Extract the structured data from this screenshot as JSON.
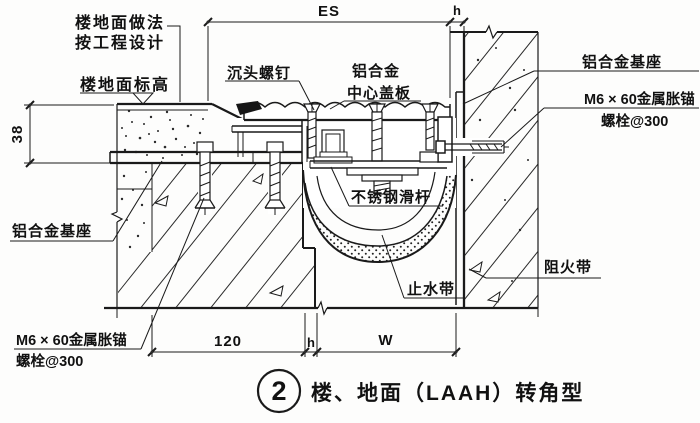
{
  "drawing": {
    "title": {
      "number": "2",
      "text": "楼、地面（LAAH）转角型"
    },
    "dimensions": {
      "top_span": "ES",
      "top_gap": "h",
      "slab_thickness": "38",
      "bottom_edge": "120",
      "bottom_gap": "h",
      "bottom_joint": "W"
    },
    "labels": {
      "floor_finish_1": "楼地面做法",
      "floor_finish_2": "按工程设计",
      "floor_level": "楼地面标高",
      "countersunk_screw": "沉头螺钉",
      "center_cover_1": "铝合金",
      "center_cover_2": "中心盖板",
      "slide_rod": "不锈钢滑杆",
      "waterstop": "止水带",
      "fire_barrier": "阻火带",
      "base_right": "铝合金基座",
      "anchor_right_1": "M6 × 60金属胀锚",
      "anchor_right_2": "螺栓@300",
      "base_left": "铝合金基座",
      "anchor_left_1": "M6 × 60金属胀锚",
      "anchor_left_2": "螺栓@300"
    },
    "colors": {
      "line": "#1a1a1a",
      "background": "#ffffff"
    }
  }
}
